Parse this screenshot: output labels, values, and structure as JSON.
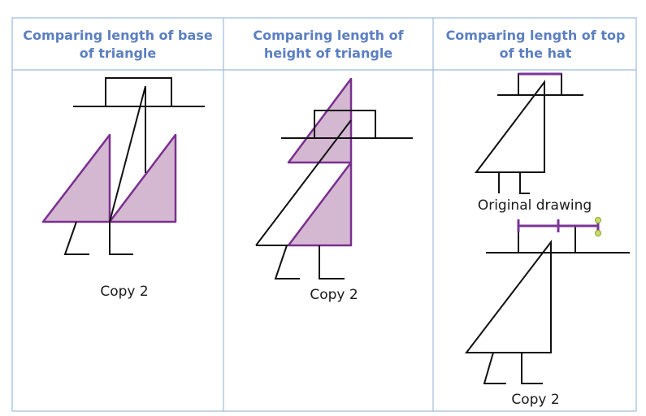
{
  "table": {
    "columns": [
      {
        "header_line1": "Comparing length of base",
        "header_line2": "of triangle",
        "captions": [
          "Copy 2"
        ]
      },
      {
        "header_line1": "Comparing length",
        "header_line2": "height of triangle",
        "captions": [
          "Copy 2"
        ]
      },
      {
        "header_line1": "Comparing length of top",
        "header_line2": "of the hat",
        "captions": [
          "Original drawing",
          "Copy 2"
        ]
      }
    ]
  },
  "colors": {
    "header_text": "#5b7fc1",
    "grid_line": "#9dbbd9",
    "triangle_fill": "#d4b8d2",
    "triangle_stroke": "#7a2f8f",
    "measure_marker": "#9dbb3a"
  }
}
